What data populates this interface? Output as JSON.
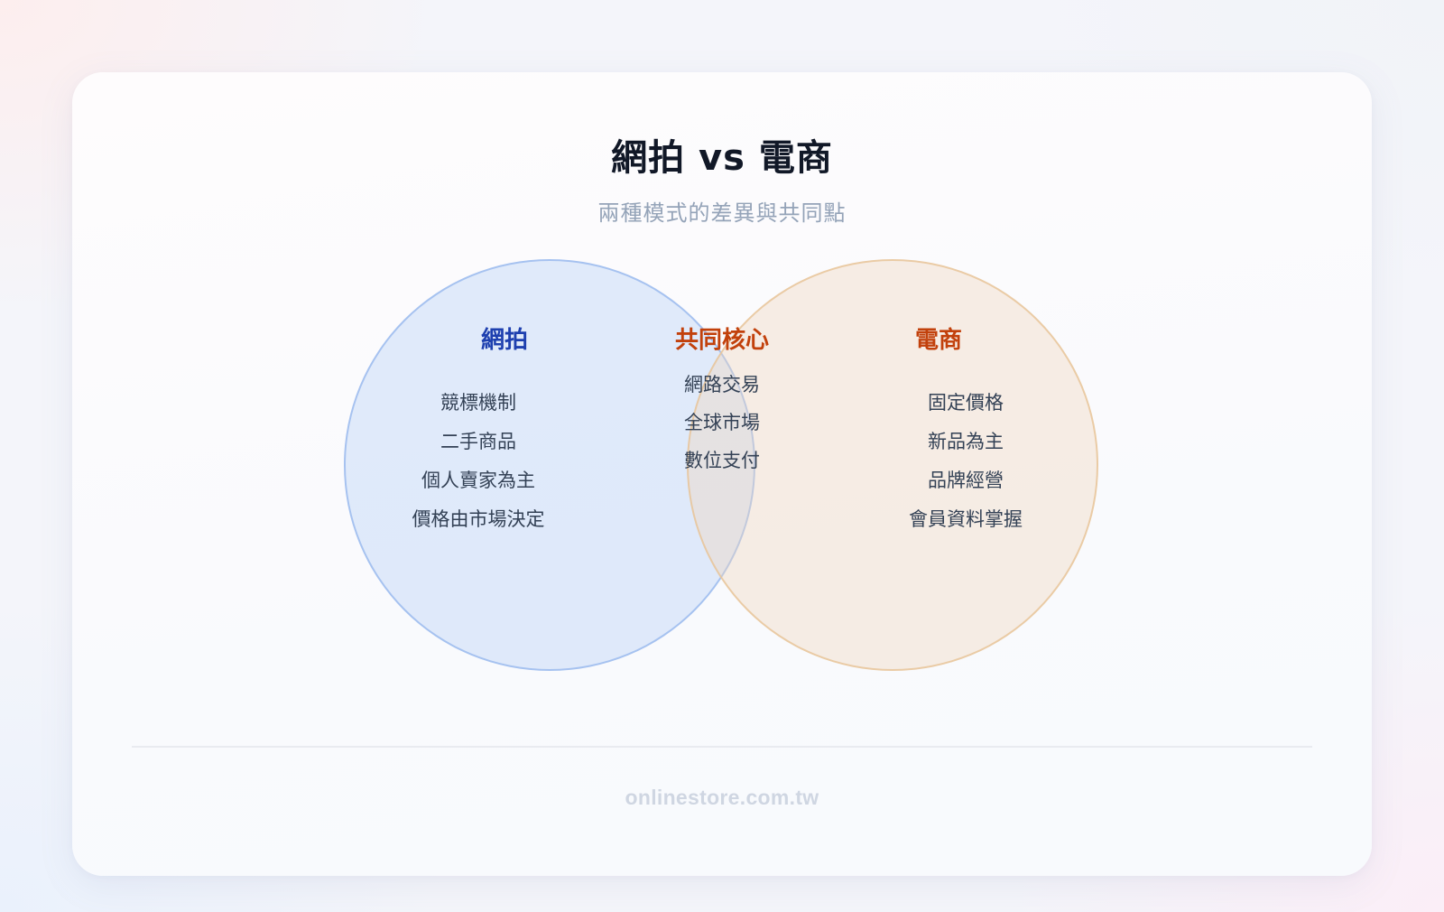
{
  "header": {
    "title": "網拍 vs 電商",
    "subtitle": "兩種模式的差異與共同點"
  },
  "venn": {
    "left": {
      "label": "網拍",
      "color": "#1e40af",
      "fill": "#dfe8fb",
      "items": [
        "競標機制",
        "二手商品",
        "個人賣家為主",
        "價格由市場決定"
      ]
    },
    "center": {
      "label": "共同核心",
      "color": "#c2410c",
      "items": [
        "網路交易",
        "全球市場",
        "數位支付"
      ]
    },
    "right": {
      "label": "電商",
      "color": "#c2410c",
      "fill": "#f6ebe0",
      "items": [
        "固定價格",
        "新品為主",
        "品牌經營",
        "會員資料掌握"
      ]
    }
  },
  "footer": {
    "text": "onlinestore.com.tw"
  }
}
